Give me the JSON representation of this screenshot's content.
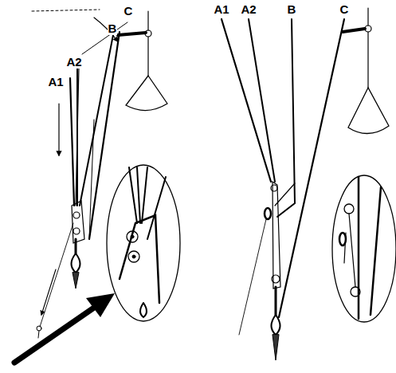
{
  "diagram": {
    "labels": [
      "C",
      "B",
      "A2",
      "A1",
      "A1",
      "A2",
      "B",
      "C"
    ]
  }
}
